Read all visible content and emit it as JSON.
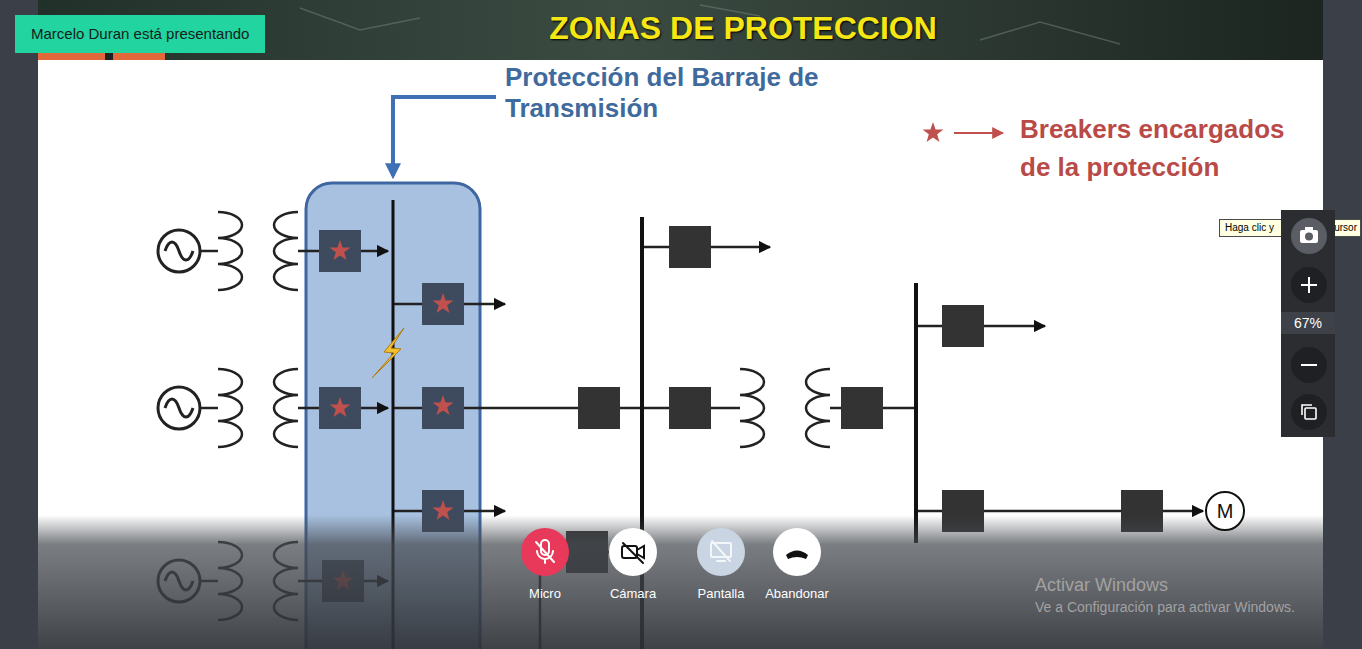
{
  "diagram": {
    "title": "ZONAS DE PROTECCION",
    "nodes": [
      {
        "text": [
          "Marcelo Duran está presentando"
        ]
      },
      {
        "text": [
          "Haga clic y",
          "ursor"
        ]
      },
      {
        "text": [
          "67%"
        ]
      },
      {
        "text": [
          "M"
        ]
      },
      {
        "text": [
          "Micro"
        ]
      },
      {
        "text": [
          "Cámara"
        ]
      },
      {
        "text": [
          "Pantalla"
        ]
      },
      {
        "text": [
          "Abandonar"
        ]
      }
    ],
    "labels": [
      "Protección del Barraje de Transmisión",
      "Activar Windows",
      "Ve a Configuración para activar Windows."
    ],
    "legend": [
      {
        "text": "Breakers encargados de la protección"
      }
    ]
  }
}
